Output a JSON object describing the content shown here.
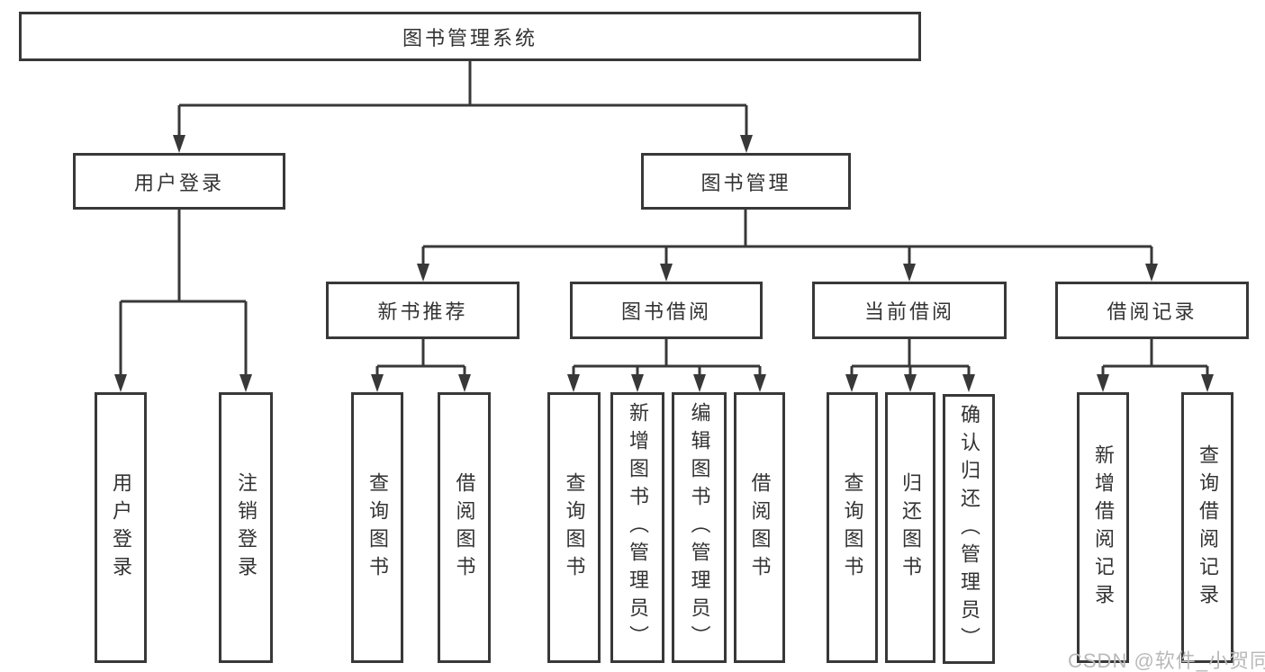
{
  "tree": {
    "root": {
      "label": "图书管理系统"
    },
    "branches": [
      {
        "label": "用户登录",
        "children": [
          {
            "label": "用户登录"
          },
          {
            "label": "注销登录"
          }
        ]
      },
      {
        "label": "图书管理",
        "groups": [
          {
            "label": "新书推荐",
            "children": [
              {
                "label": "查询图书"
              },
              {
                "label": "借阅图书"
              }
            ]
          },
          {
            "label": "图书借阅",
            "children": [
              {
                "label": "查询图书"
              },
              {
                "label": "新增图书（管理员）"
              },
              {
                "label": "编辑图书（管理员）"
              },
              {
                "label": "借阅图书"
              }
            ]
          },
          {
            "label": "当前借阅",
            "children": [
              {
                "label": "查询图书"
              },
              {
                "label": "归还图书"
              },
              {
                "label": "确认归还（管理员）"
              }
            ]
          },
          {
            "label": "借阅记录",
            "children": [
              {
                "label": "新增借阅记录"
              },
              {
                "label": "查询借阅记录"
              }
            ]
          }
        ]
      }
    ]
  },
  "watermark": {
    "text": "CSDN @软件_小贺同学"
  },
  "colors": {
    "line": "#383838",
    "box_border": "#383838",
    "text": "#333333",
    "watermark": "#b9b9b9",
    "background": "#ffffff"
  }
}
